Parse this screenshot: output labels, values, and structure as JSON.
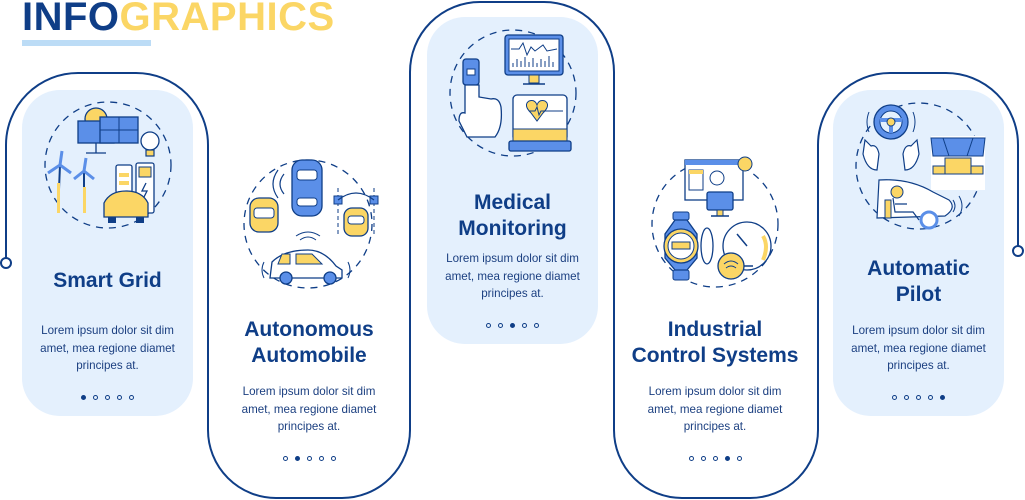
{
  "header": {
    "title_part1": "INFO",
    "title_part2": "GRAPHICS"
  },
  "colors": {
    "navy": "#0f3e87",
    "yellow": "#fbd665",
    "light_blue_fill": "#e4f0fd",
    "accent_blue": "#5b8fe8",
    "underline": "#bcdcf6"
  },
  "cards": [
    {
      "title_lines": [
        "Smart Grid"
      ],
      "icon": "smart-grid-icon",
      "body_lines": [
        "Lorem ipsum dolor sit dim",
        "amet, mea regione diamet",
        "principes at."
      ],
      "active_step": 1,
      "total_steps": 5
    },
    {
      "title_lines": [
        "Autonomous",
        "Automobile"
      ],
      "icon": "autonomous-car-icon",
      "body_lines": [
        "Lorem ipsum dolor sit dim",
        "amet, mea regione diamet",
        "principes at."
      ],
      "active_step": 2,
      "total_steps": 5
    },
    {
      "title_lines": [
        "Medical",
        "Monitoring"
      ],
      "icon": "medical-monitor-icon",
      "body_lines": [
        "Lorem ipsum dolor sit dim",
        "amet, mea regione diamet",
        "principes at."
      ],
      "active_step": 3,
      "total_steps": 5
    },
    {
      "title_lines": [
        "Industrial",
        "Control Systems"
      ],
      "icon": "industrial-control-icon",
      "body_lines": [
        "Lorem ipsum dolor sit dim",
        "amet, mea regione diamet",
        "principes at."
      ],
      "active_step": 4,
      "total_steps": 5
    },
    {
      "title_lines": [
        "Automatic",
        "Pilot"
      ],
      "icon": "autopilot-icon",
      "body_lines": [
        "Lorem ipsum dolor sit dim",
        "amet, mea regione diamet",
        "principes at."
      ],
      "active_step": 5,
      "total_steps": 5
    }
  ]
}
